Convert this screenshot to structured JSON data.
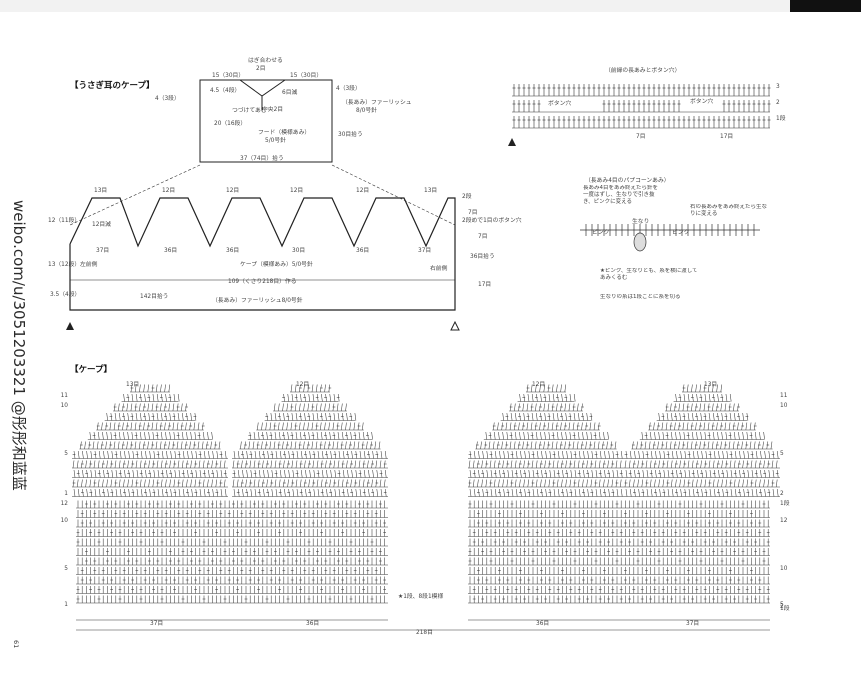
{
  "watermark": "weibo.com/u/3051203321 @彤彤和蓝蓝",
  "page_number": "61",
  "hood_diagram": {
    "title": "【うさぎ耳のケープ】",
    "hood": {
      "label": "フード（模様あみ）",
      "needle": "5/0号針",
      "top_note": "はぎ合わせる",
      "top_count": "2目",
      "left_top": "15（30目）",
      "right_top": "15（30目）",
      "left_side": "4（3段）",
      "right_side": "4（3段）",
      "inner_rows": "4.5（4段）",
      "inner_rows2": "6目減",
      "attach": "つづけてあむ",
      "center": "中央2目",
      "height": "20（16段）",
      "fur_note": "（長あみ）ファーリッシュ",
      "fur_needle": "8/0号針",
      "pick_up": "30目拾う",
      "bottom": "37（74目）拾う"
    },
    "cape": {
      "label": "ケープ（模様あみ）5/0号針",
      "peak_counts": [
        "13目",
        "12目",
        "12目",
        "12目",
        "12目",
        "13目"
      ],
      "valley_counts": [
        "37目",
        "36目",
        "36目",
        "30目",
        "36目",
        "37目"
      ],
      "left_inner": "12目減",
      "left_height": "12（11段）",
      "left_height2": "13（12段）",
      "left_front": "左前側",
      "right_front": "右前側",
      "bottom_width": "109（くさり218目）作る",
      "pick_up_bottom": "142目拾う",
      "fur_band": "（長あみ）ファーリッシュ8/0号針",
      "band_height": "3.5（4段）",
      "right_note_1": "2段",
      "right_note_2": "7目",
      "right_note_3": "2段めで1目のボタン穴",
      "right_note_4": "7目",
      "right_note_5": "36目拾う",
      "right_note_6": "17目"
    }
  },
  "buttonhole_diagram": {
    "title": "（前縁の長あみとボタン穴）",
    "left_label": "ボタン穴",
    "right_label": "ボタン穴",
    "bottom_left": "7目",
    "bottom_right": "17目",
    "rows": [
      "3",
      "2",
      "1段"
    ]
  },
  "popcorn_diagram": {
    "title": "（長あみ4目のパプコーンあみ）",
    "desc": "長あみ4目をあみ終えたら針を一度はずし、生なりで引き抜き、ピンクに変える",
    "center": "生なり",
    "left_color": "ピンク",
    "right_color": "ピンク",
    "right_desc": "右の長あみをあみ終えたら生なりに変える",
    "note1": "★ピンク、生なりとも、糸を横に渡してあみくるむ",
    "note2": "生なりの糸は1段ごとに糸を切る"
  },
  "cape_chart": {
    "title": "【ケープ】",
    "peak_counts": [
      "13目",
      "12目",
      "12目",
      "13目"
    ],
    "bottom_counts": [
      "37目",
      "36目",
      "36目",
      "37目"
    ],
    "total": "218目",
    "star_note": "★1段、8段1模様",
    "left_rows": [
      "11",
      "10",
      "5",
      "1",
      "12",
      "10",
      "5",
      "1"
    ],
    "right_rows": [
      "11",
      "10",
      "5",
      "2",
      "1段",
      "12",
      "10",
      "5",
      "2",
      "1段"
    ]
  }
}
